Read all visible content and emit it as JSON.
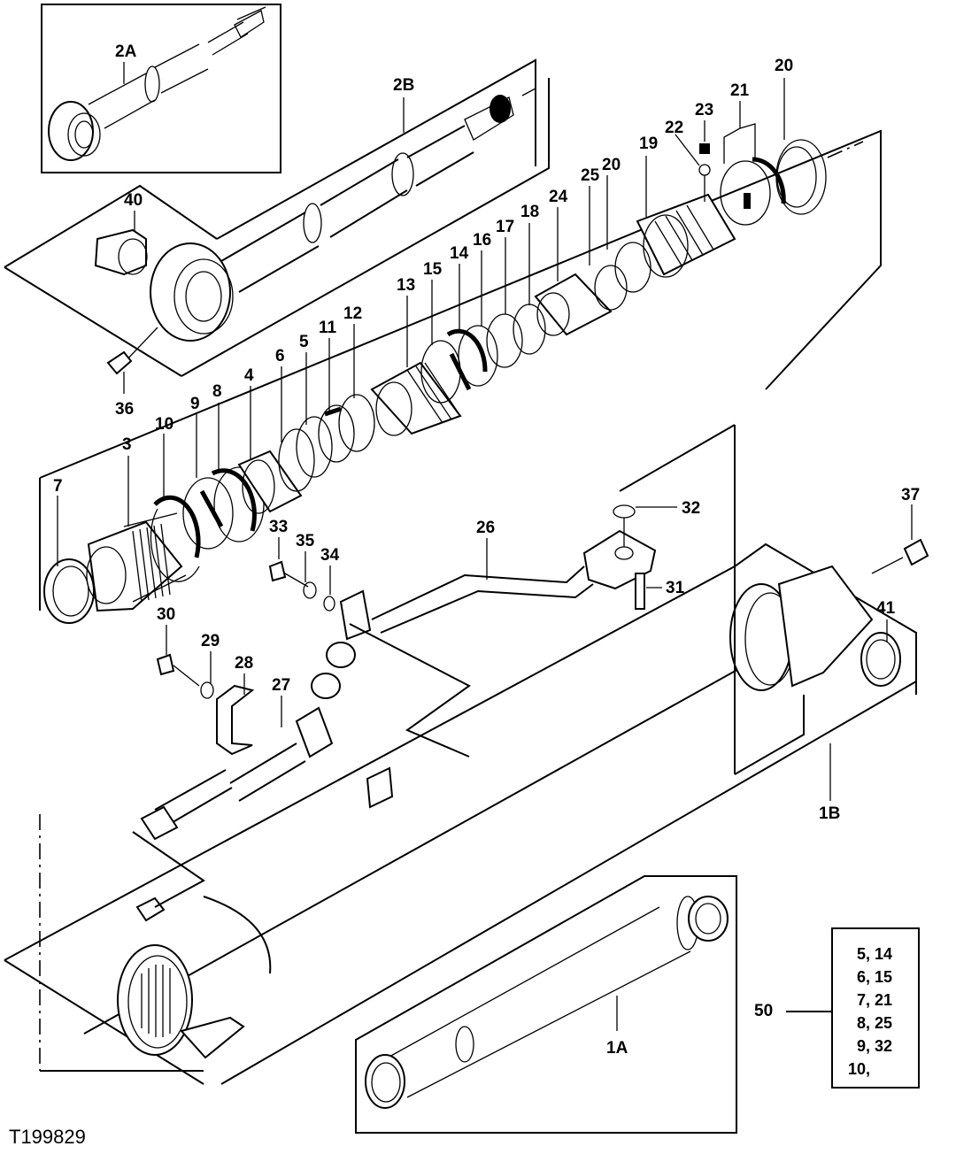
{
  "figure_id": "T199829",
  "labels": {
    "p2A": "2A",
    "p2B": "2B",
    "p40": "40",
    "p36": "36",
    "p37": "37",
    "p41": "41",
    "p1A": "1A",
    "p1B": "1B",
    "p50": "50",
    "p3": "3",
    "p4": "4",
    "p5": "5",
    "p6": "6",
    "p7": "7",
    "p8": "8",
    "p9": "9",
    "p10": "10",
    "p11": "11",
    "p12": "12",
    "p13": "13",
    "p14": "14",
    "p15": "15",
    "p16": "16",
    "p17": "17",
    "p18": "18",
    "p19": "19",
    "p20a": "20",
    "p20b": "20",
    "p21": "21",
    "p22": "22",
    "p23": "23",
    "p24": "24",
    "p25": "25",
    "p26": "26",
    "p27": "27",
    "p28": "28",
    "p29": "29",
    "p30": "30",
    "p31": "31",
    "p32": "32",
    "p33": "33",
    "p34": "34",
    "p35": "35"
  },
  "seal_kit": {
    "label": "50",
    "rows": [
      "5, 14",
      "6, 15",
      "7, 21",
      "8, 25",
      "9, 32",
      "10,"
    ]
  }
}
